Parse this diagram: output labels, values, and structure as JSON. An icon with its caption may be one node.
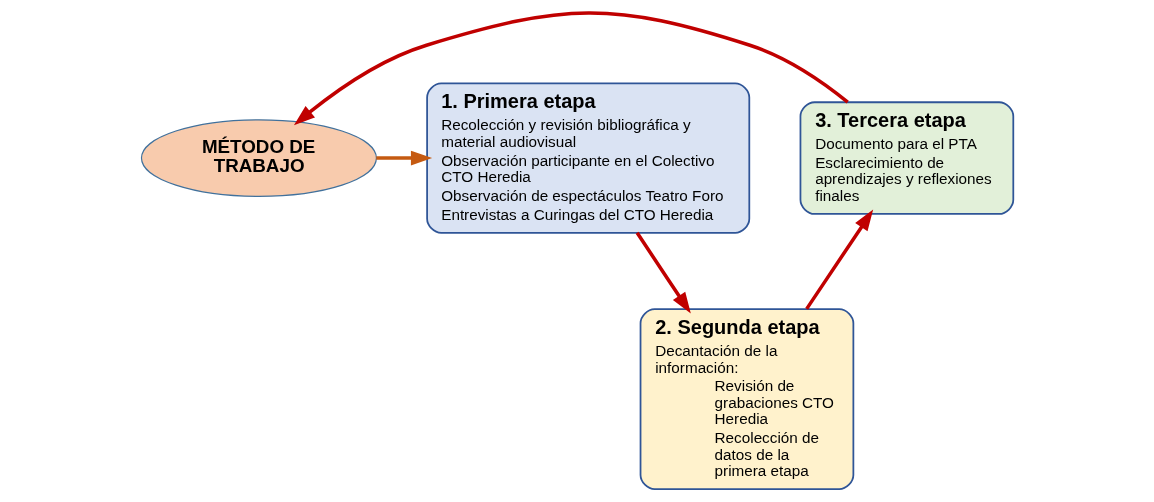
{
  "diagram": {
    "nodes": [
      {
        "text": [
          "MÉTODO DE TRABAJO"
        ]
      },
      {
        "text": [
          "1. Primera etapa",
          "Recolección y revisión bibliográfica y material audiovisual",
          "Observación participante en el Colectivo CTO Heredia",
          "Observación de espectáculos Teatro Foro",
          "Entrevistas a Curingas del CTO Heredia"
        ]
      },
      {
        "text": [
          "2. Segunda etapa",
          "Decantación de la información:",
          "Revisión de grabaciones CTO Heredia",
          "Recolección de datos de la primera etapa"
        ]
      },
      {
        "text": [
          "3. Tercera etapa",
          "Documento para el PTA",
          "Esclarecimiento de aprendizajes y reflexiones finales"
        ]
      }
    ],
    "edges": [
      {
        "from": 0,
        "to": 1,
        "arrow": "to",
        "color": "#c55a11"
      },
      {
        "from": 1,
        "to": 2,
        "arrow": "to"
      },
      {
        "from": 2,
        "to": 3,
        "arrow": "to"
      },
      {
        "from": 3,
        "to": 0,
        "arrow": "to"
      }
    ]
  }
}
